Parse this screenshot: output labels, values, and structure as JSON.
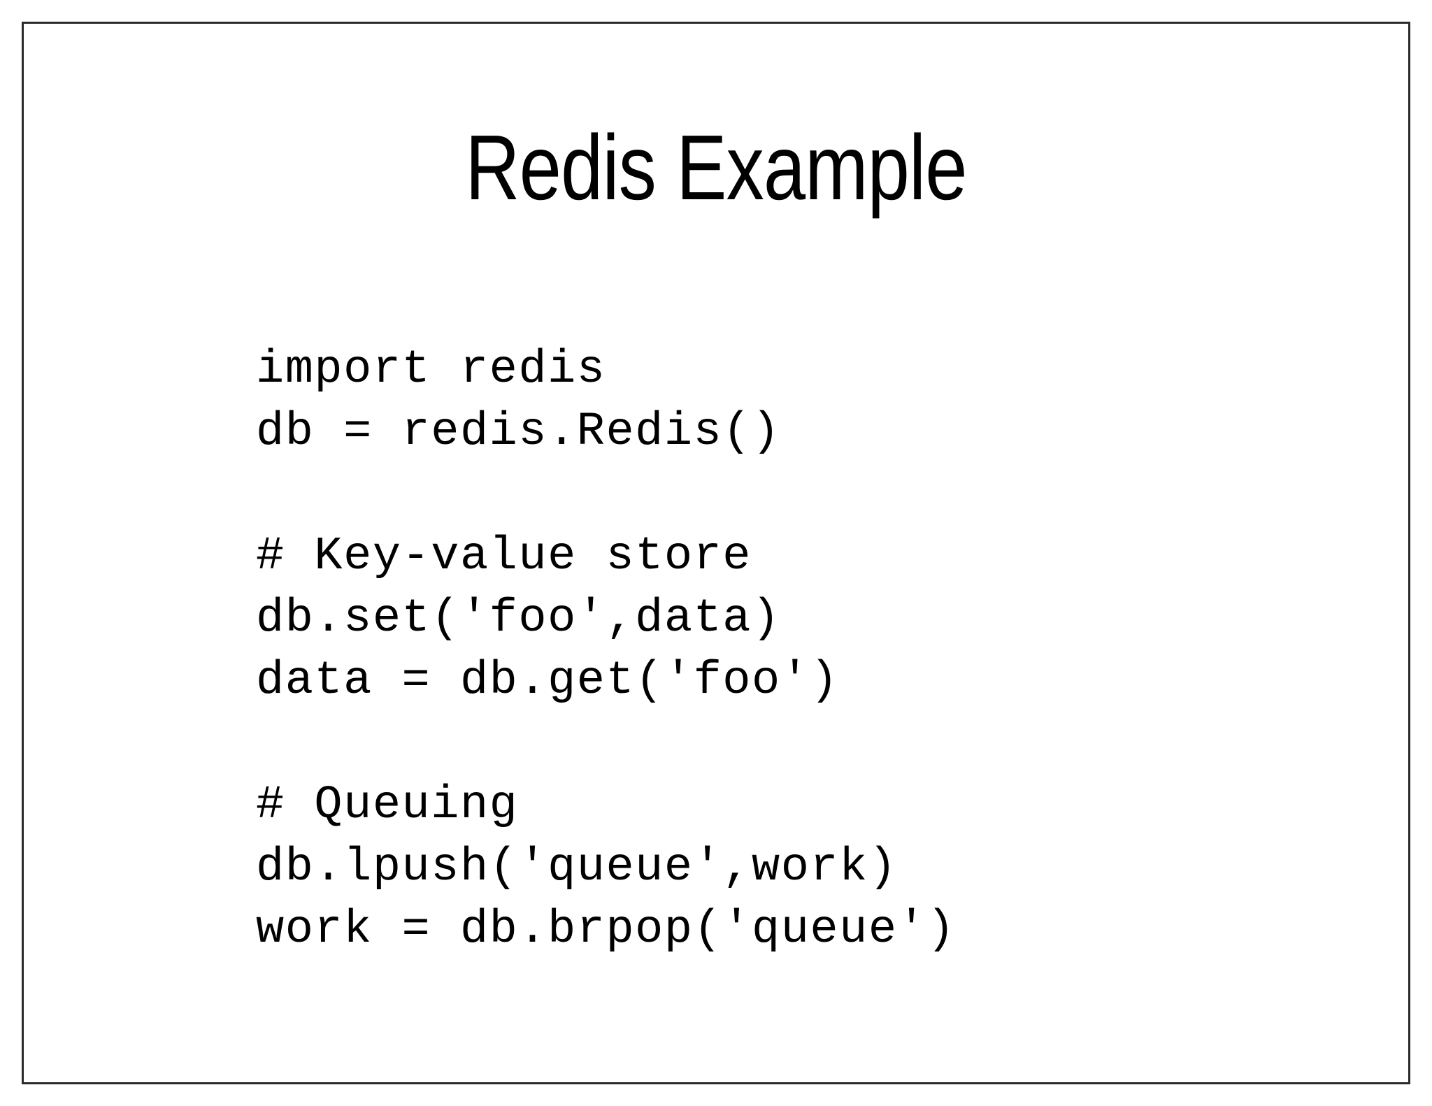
{
  "slide": {
    "title": "Redis Example",
    "background_color": "#ffffff",
    "text_color": "#000000",
    "border_color": "#2b2b2f"
  },
  "code": {
    "language": "python",
    "lines": [
      "import redis",
      "db = redis.Redis()",
      "",
      "# Key-value store",
      "db.set('foo',data)",
      "data = db.get('foo')",
      "",
      "# Queuing",
      "db.lpush('queue',work)",
      "work = db.brpop('queue')"
    ]
  }
}
